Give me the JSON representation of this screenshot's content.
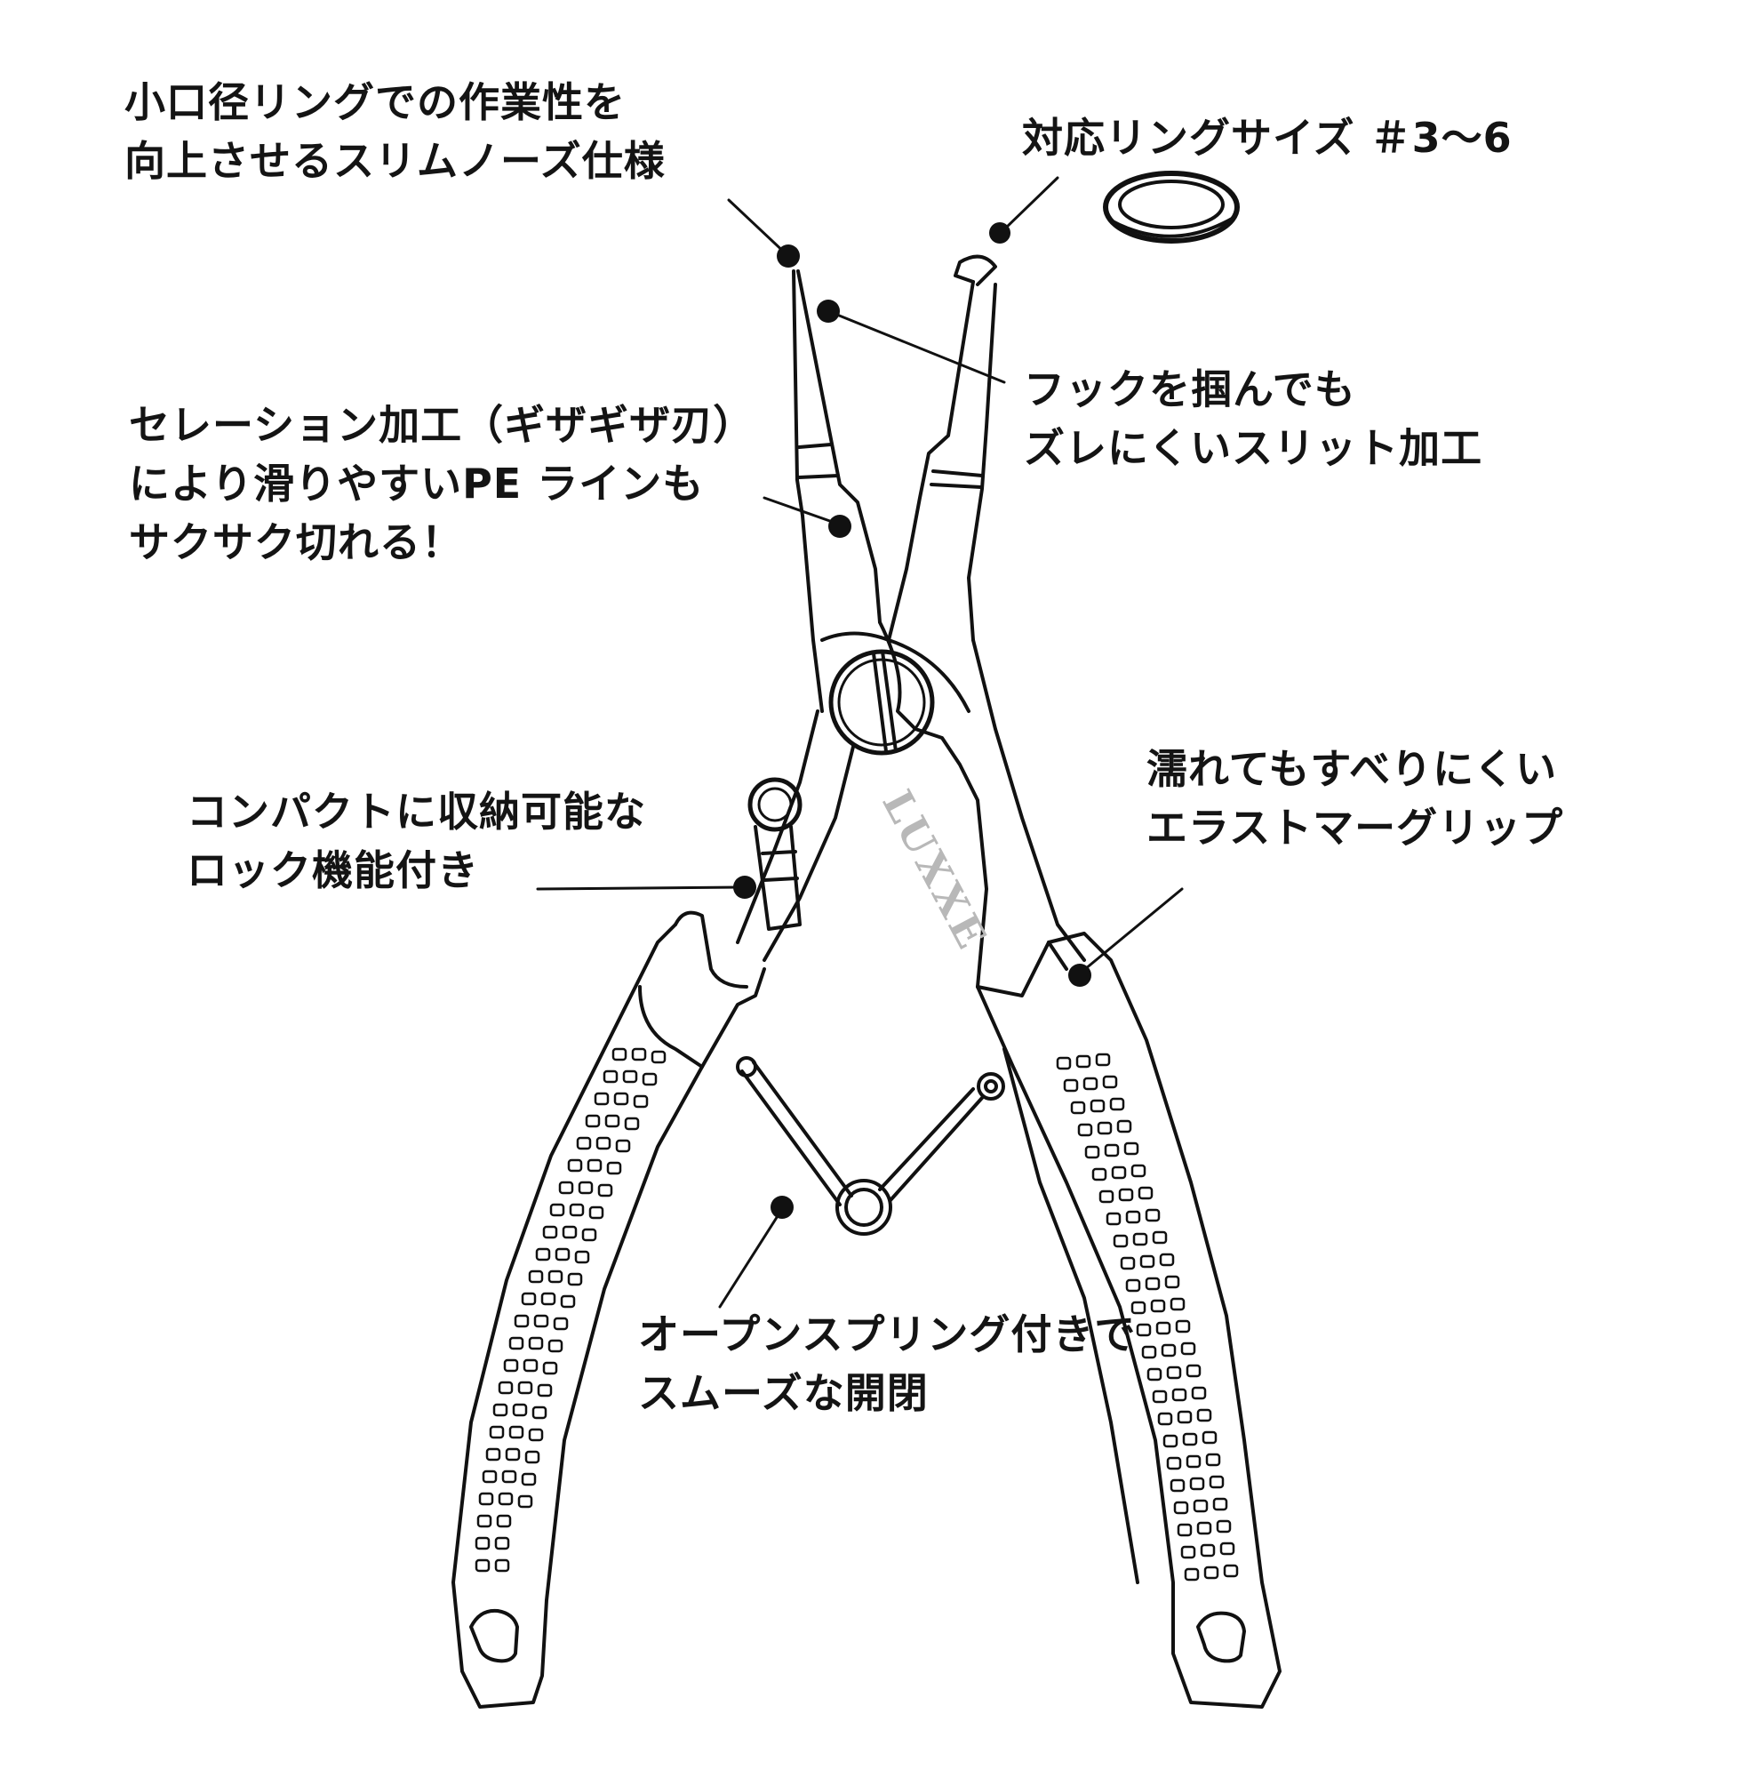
{
  "diagram": {
    "subject": "fishing split-ring pliers",
    "brand_mark": "LUXXE",
    "colors": {
      "line": "#111111",
      "background": "#ffffff",
      "brand_mark": "#b8b8b8"
    }
  },
  "callouts": [
    {
      "id": "slim-nose",
      "lines": [
        "小口径リングでの作業性を",
        "向上させるスリムノーズ仕様"
      ]
    },
    {
      "id": "ring-size",
      "lines": [
        "対応リングサイズ ＃3〜6"
      ]
    },
    {
      "id": "slit",
      "lines": [
        "フックを掴んでも",
        "ズレにくいスリット加工"
      ]
    },
    {
      "id": "serration",
      "lines": [
        "セレーション加工（ギザギザ刃）",
        "により滑りやすいPE ラインも",
        "サクサク切れる！"
      ]
    },
    {
      "id": "lock",
      "lines": [
        "コンパクトに収納可能な",
        "ロック機能付き"
      ]
    },
    {
      "id": "grip",
      "lines": [
        "濡れてもすべりにくい",
        "エラストマーグリップ"
      ]
    },
    {
      "id": "spring",
      "lines": [
        "オープンスプリング付きで",
        "スムーズな開閉"
      ]
    }
  ]
}
